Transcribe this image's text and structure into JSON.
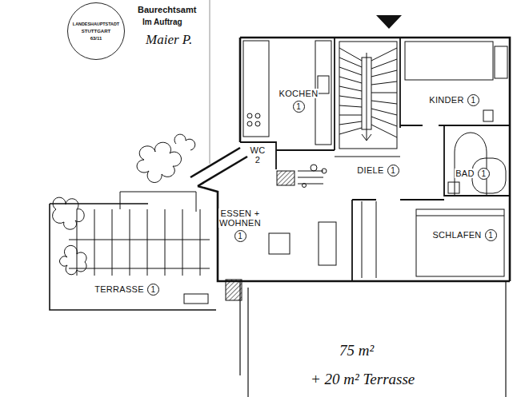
{
  "diagram": {
    "nodes": [
      {
        "text": [
          "LANDESHAUPTSTADT",
          "STUTTGART",
          "63/11"
        ]
      },
      {
        "text": [
          "KOCHEN"
        ]
      },
      {
        "text": [
          "1"
        ],
        "in": 1
      },
      {
        "text": [
          "KINDER"
        ]
      },
      {
        "text": [
          "1"
        ],
        "in": 3
      },
      {
        "text": [
          "WC",
          "2"
        ]
      },
      {
        "text": [
          "DIELE"
        ]
      },
      {
        "text": [
          "1"
        ],
        "in": 6
      },
      {
        "text": [
          "BAD"
        ]
      },
      {
        "text": [
          "1"
        ],
        "in": 8
      },
      {
        "text": [
          "ESSEN + WOHNEN"
        ]
      },
      {
        "text": [
          "1"
        ],
        "in": 10
      },
      {
        "text": [
          "SCHLAFEN"
        ]
      },
      {
        "text": [
          "1"
        ],
        "in": 12
      },
      {
        "text": [
          "TERRASSE"
        ]
      },
      {
        "text": [
          "1"
        ],
        "in": 14
      }
    ],
    "labels": [
      "Baurechtsamt",
      "Im Auftrag",
      "Maier P.",
      "75 m²",
      "+ 20 m² Terrasse"
    ]
  }
}
